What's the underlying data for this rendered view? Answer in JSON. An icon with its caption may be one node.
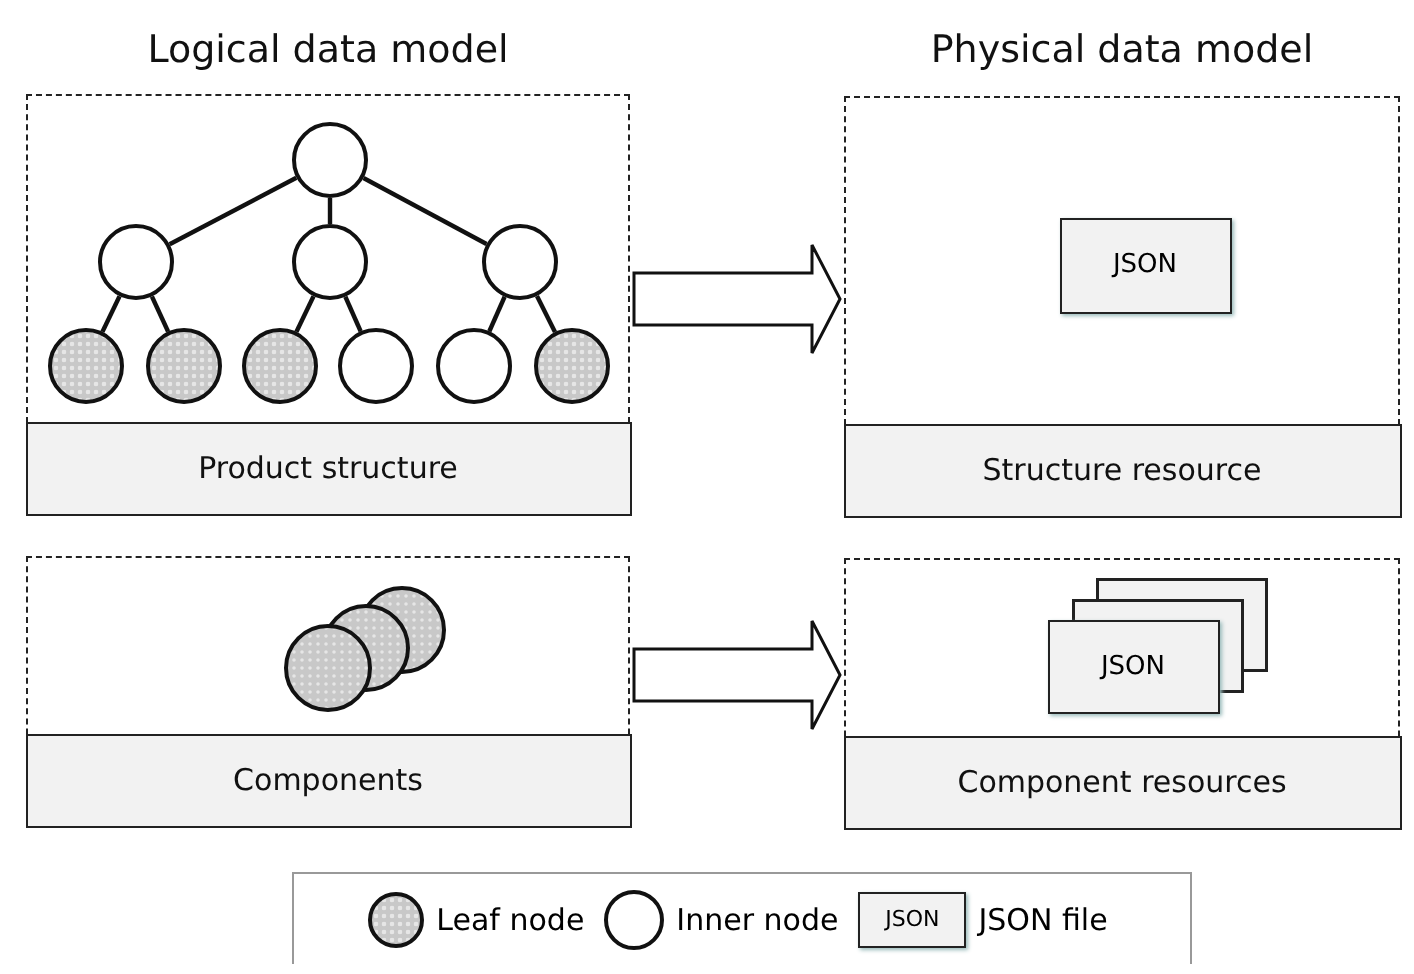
{
  "diagram": {
    "nodes": [
      {
        "text": [
          "Product structure"
        ]
      },
      {
        "text": [],
        "shape": "circle",
        "in": 0
      },
      {
        "text": [],
        "shape": "circle",
        "in": 0
      },
      {
        "text": [],
        "shape": "circle",
        "in": 0
      },
      {
        "text": [],
        "shape": "circle",
        "in": 0
      },
      {
        "text": [],
        "shape": "circle",
        "in": 0
      },
      {
        "text": [],
        "shape": "circle",
        "in": 0
      },
      {
        "text": [],
        "shape": "circle",
        "in": 0
      },
      {
        "text": [],
        "shape": "circle",
        "in": 0
      },
      {
        "text": [],
        "shape": "circle",
        "in": 0
      },
      {
        "text": [],
        "shape": "circle",
        "in": 0
      },
      {
        "text": [
          "Structure resource"
        ]
      },
      {
        "text": [
          "JSON"
        ],
        "in": 11
      },
      {
        "text": [
          "Components"
        ]
      },
      {
        "text": [],
        "shape": "circle",
        "in": 13
      },
      {
        "text": [
          "Component resources"
        ]
      },
      {
        "text": [
          "JSON"
        ],
        "in": 15
      }
    ],
    "edges": [
      {
        "from": 1,
        "to": 2,
        "arrow": "none"
      },
      {
        "from": 1,
        "to": 3,
        "arrow": "none"
      },
      {
        "from": 1,
        "to": 4,
        "arrow": "none"
      },
      {
        "from": 2,
        "to": 5,
        "arrow": "none"
      },
      {
        "from": 2,
        "to": 6,
        "arrow": "none"
      },
      {
        "from": 3,
        "to": 7,
        "arrow": "none"
      },
      {
        "from": 3,
        "to": 8,
        "arrow": "none"
      },
      {
        "from": 4,
        "to": 9,
        "arrow": "none"
      },
      {
        "from": 4,
        "to": 10,
        "arrow": "none"
      },
      {
        "from": 0,
        "to": 11,
        "arrow": "to",
        "style": "thick"
      },
      {
        "from": 13,
        "to": 15,
        "arrow": "to",
        "style": "thick"
      }
    ],
    "labels": [
      "Logical data model",
      "Physical data model",
      "JSON"
    ],
    "legend": [
      {
        "text": "Leaf node"
      },
      {
        "text": "Inner node"
      },
      {
        "text": "JSON file"
      }
    ]
  }
}
